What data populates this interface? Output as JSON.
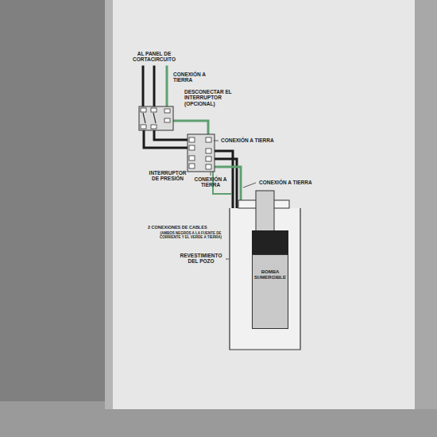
{
  "diagram": {
    "nodes": [
      {
        "text": [
          "BOMBA SUMERGIBLE"
        ]
      }
    ],
    "labels": [
      "AL PANEL DE CORTACIRCUITO",
      "CONEXIÓN A TIERRA",
      "DESCONECTAR EL INTERRUPTOR (OPCIONAL)",
      "CONEXIÓN A TIERRA",
      "INTERRUPTOR DE PRESIÓN",
      "CONEXIÓN A TIERRA",
      "CONEXIÓN A TIERRA",
      "2 CONEXIONES DE CABLES",
      "(AMBOS NEGROS A LA FUENTE DE CORRIENTE Y EL VERDE A TIERRA)",
      "REVESTIMIENTO DEL POZO"
    ]
  }
}
